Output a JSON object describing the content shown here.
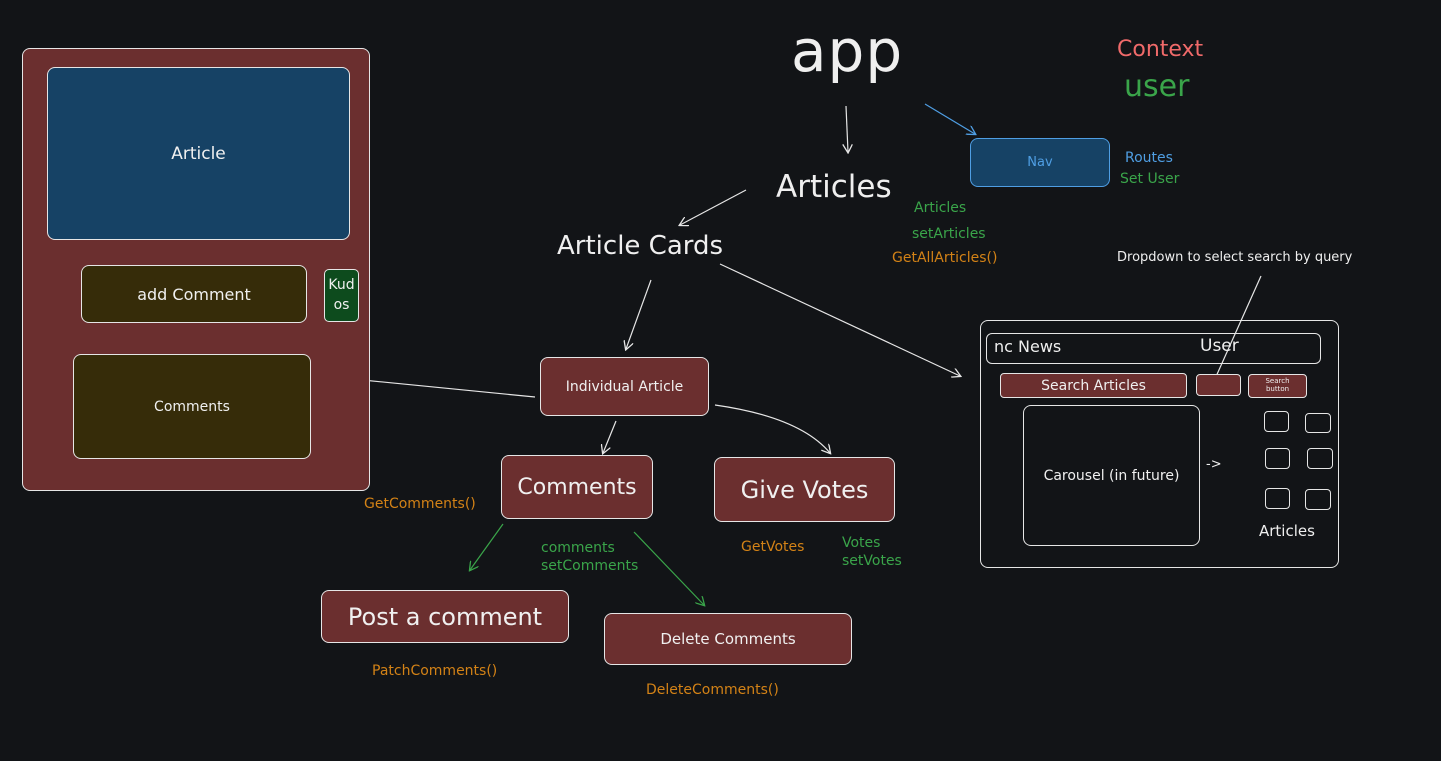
{
  "title": "app",
  "context": {
    "label": "Context",
    "value": "user"
  },
  "nav": {
    "label": "Nav",
    "routes": "Routes",
    "set_user": "Set User"
  },
  "articles_node": {
    "label": "Articles",
    "state": [
      "Articles",
      "setArticles"
    ],
    "fetch": "GetAllArticles()"
  },
  "article_cards": "Article Cards",
  "individual_article": "Individual Article",
  "comments_node": {
    "label": "Comments",
    "fetch": "GetComments()",
    "state": [
      "comments",
      "setComments"
    ]
  },
  "give_votes": {
    "label": "Give Votes",
    "fetch": "GetVotes",
    "state": [
      "Votes",
      "setVotes"
    ]
  },
  "post_comment": {
    "label": "Post a comment",
    "fetch": "PatchComments()"
  },
  "delete_comments": {
    "label": "Delete Comments",
    "fetch": "DeleteComments()"
  },
  "article_wireframe": {
    "article": "Article",
    "add_comment": "add Comment",
    "kudos": "Kud\nos",
    "comments": "Comments"
  },
  "home_wireframe": {
    "dropdown_note": "Dropdown to select search by query",
    "site_name": "nc News",
    "user": "User",
    "search": "Search Articles",
    "search_button": "Search\nbutton",
    "carousel": "Carousel (in future)",
    "carousel_arrow": "->",
    "articles": "Articles"
  },
  "colors": {
    "background": "#121417",
    "maroon": "#6b2f2f",
    "blue": "#164265",
    "olive": "#362c09",
    "green": "#3aa54a",
    "orange": "#d38216",
    "skyblue": "#4f9ee3",
    "salmon": "#f06a6a"
  }
}
